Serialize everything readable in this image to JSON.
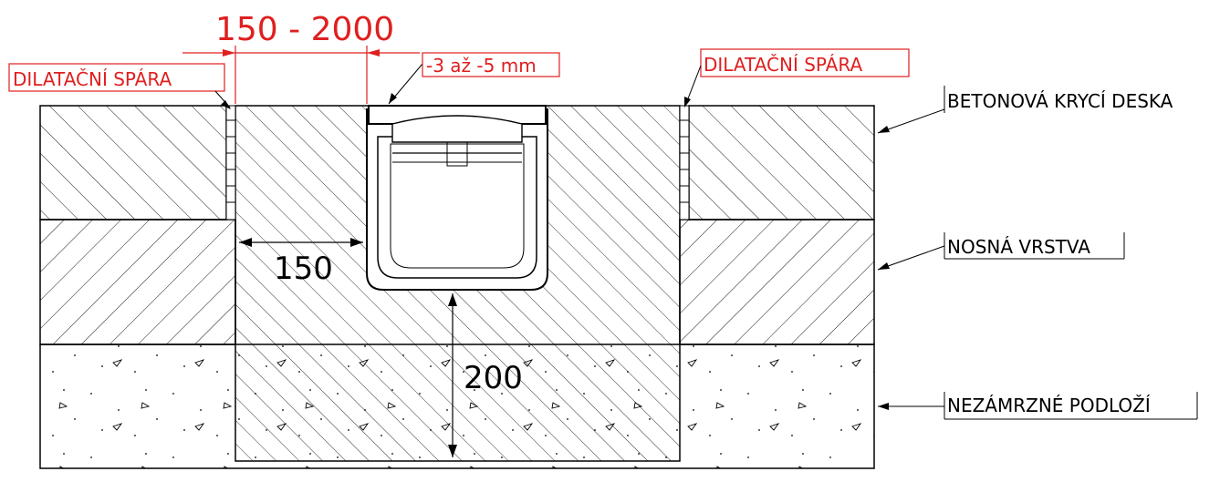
{
  "dimensions": {
    "joint_spacing": "150 - 2000",
    "grate_offset": "-3 až -5 mm",
    "side_concrete": "150",
    "base_concrete": "200"
  },
  "labels": {
    "expansion_joint_left": "DILATAČNÍ SPÁRA",
    "expansion_joint_right": "DILATAČNÍ SPÁRA",
    "cover_slab": "BETONOVÁ KRYCÍ DESKA",
    "base_layer": "NOSNÁ VRSTVA",
    "frost_free_subgrade": "NEZÁMRZNÉ PODLOŽÍ"
  },
  "colors": {
    "dimension_red": "#e01f1f",
    "line": "#000000"
  }
}
